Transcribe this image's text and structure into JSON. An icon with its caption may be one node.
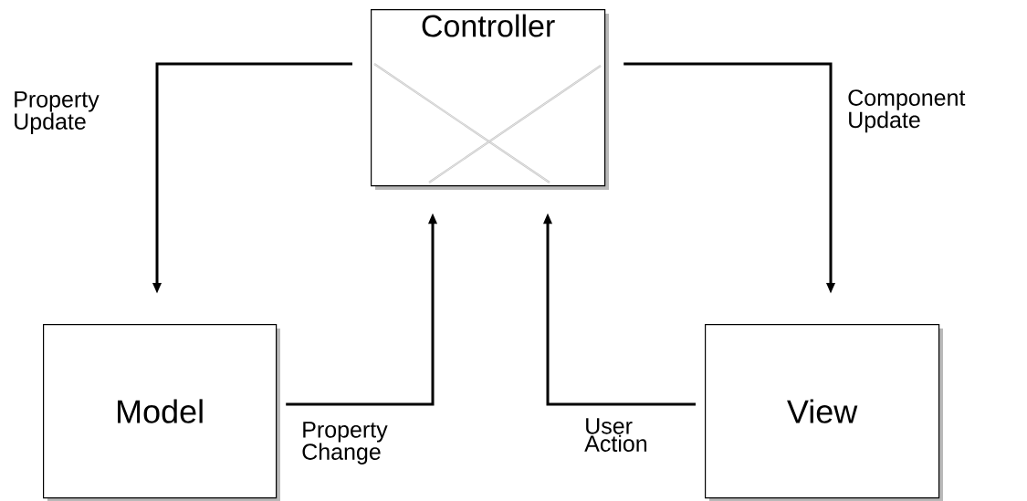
{
  "diagram": {
    "nodes": [
      {
        "text": [
          "Controller"
        ]
      },
      {
        "text": [
          "Model"
        ]
      },
      {
        "text": [
          "View"
        ]
      }
    ],
    "edges": [
      {
        "from": 0,
        "to": 1,
        "arrow": "to",
        "label": "Property Update"
      },
      {
        "from": 1,
        "to": 0,
        "arrow": "to",
        "label": "Property Change"
      },
      {
        "from": 0,
        "to": 2,
        "arrow": "to",
        "label": "Component Update"
      },
      {
        "from": 2,
        "to": 0,
        "arrow": "to",
        "label": "User Action"
      }
    ]
  }
}
